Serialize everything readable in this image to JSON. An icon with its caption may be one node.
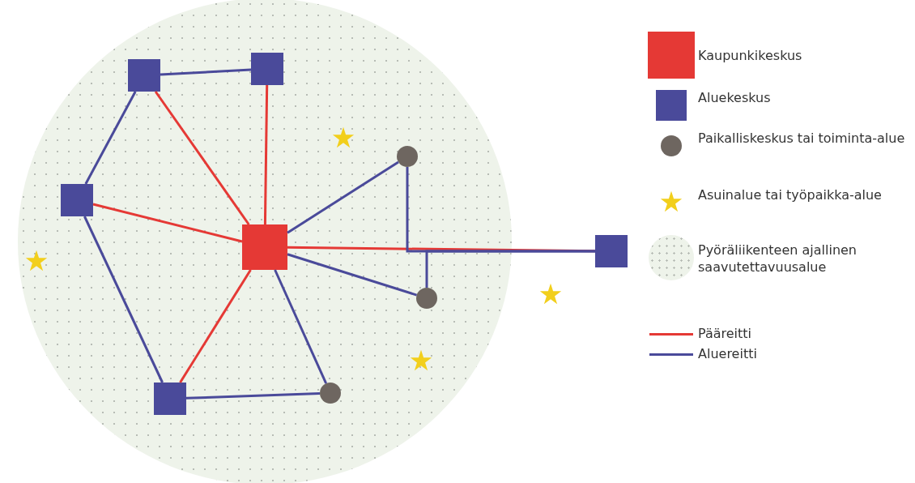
{
  "diagram": {
    "nodes": [
      {
        "text": [],
        "shape": "circle"
      },
      {
        "text": [],
        "shape": "box",
        "in": 0
      },
      {
        "text": [],
        "shape": "box",
        "in": 0
      },
      {
        "text": [],
        "shape": "star",
        "in": 0
      },
      {
        "text": [],
        "shape": "circle",
        "in": 0
      },
      {
        "text": [],
        "shape": "box",
        "in": 0
      },
      {
        "text": [],
        "shape": "box",
        "in": 0
      },
      {
        "text": [],
        "shape": "star",
        "in": 0
      },
      {
        "text": [],
        "shape": "circle",
        "in": 0
      },
      {
        "text": [],
        "shape": "star",
        "in": 0
      },
      {
        "text": [],
        "shape": "circle",
        "in": 0
      },
      {
        "text": [],
        "shape": "box",
        "in": 0
      },
      {
        "text": [],
        "shape": "box"
      },
      {
        "text": [],
        "shape": "star"
      }
    ],
    "edges": [
      {
        "from": 6,
        "to": 1,
        "arrow": "none",
        "color": "#e53935"
      },
      {
        "from": 6,
        "to": 2,
        "arrow": "none",
        "color": "#e53935"
      },
      {
        "from": 6,
        "to": 5,
        "arrow": "none",
        "color": "#e53935"
      },
      {
        "from": 6,
        "to": 11,
        "arrow": "none",
        "color": "#e53935"
      },
      {
        "from": 6,
        "to": 12,
        "arrow": "none",
        "color": "#e53935"
      },
      {
        "from": 1,
        "to": 2,
        "arrow": "none"
      },
      {
        "from": 1,
        "to": 5,
        "arrow": "none"
      },
      {
        "from": 5,
        "to": 11,
        "arrow": "none"
      },
      {
        "from": 11,
        "to": 10,
        "arrow": "none"
      },
      {
        "from": 6,
        "to": 4,
        "arrow": "none"
      },
      {
        "from": 6,
        "to": 8,
        "arrow": "none"
      },
      {
        "from": 6,
        "to": 10,
        "arrow": "none"
      },
      {
        "from": 4,
        "to": 12,
        "arrow": "none"
      },
      {
        "from": 8,
        "to": 12,
        "arrow": "none"
      }
    ],
    "legend": [
      {
        "text": "Kaupunkikeskus"
      },
      {
        "text": "Aluekeskus"
      },
      {
        "text": "Paikalliskeskus tai toiminta-alue"
      },
      {
        "text": "Asuinalue tai työpaikka-alue"
      },
      {
        "text": "Pyöräliikenteen ajallinen saavutettavuusalue"
      },
      {
        "text": "Pääreitti"
      },
      {
        "text": "Aluereitti"
      }
    ]
  }
}
